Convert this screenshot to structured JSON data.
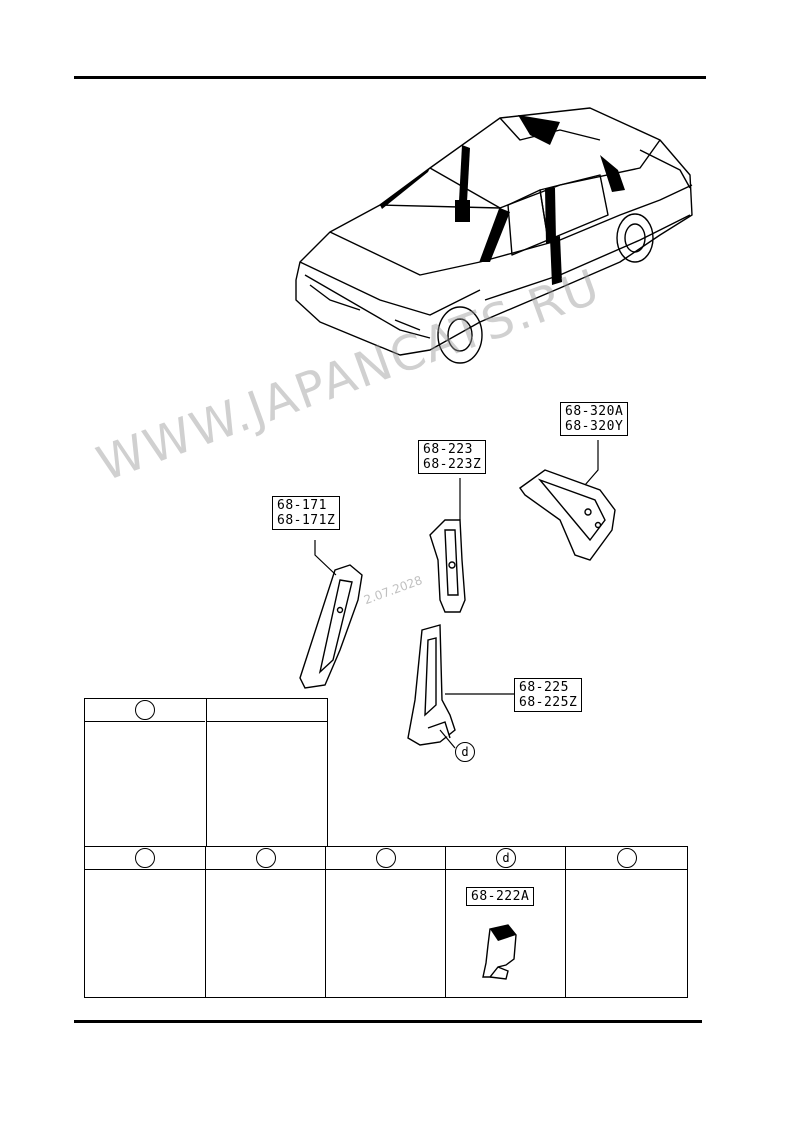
{
  "parts": {
    "p_68_320": [
      "68-320A",
      "68-320Y"
    ],
    "p_68_223": [
      "68-223",
      "68-223Z"
    ],
    "p_68_171": [
      "68-171",
      "68-171Z"
    ],
    "p_68_225": [
      "68-225",
      "68-225Z"
    ],
    "p_68_222": "68-222A"
  },
  "callout_letter": "d",
  "table_top": {
    "headers": [
      "",
      ""
    ]
  },
  "table_bottom": {
    "headers": [
      "",
      "",
      "",
      "d",
      ""
    ]
  },
  "watermark": {
    "text": "WWW.JAPANCATS.RU",
    "date": "2.07.2028"
  }
}
